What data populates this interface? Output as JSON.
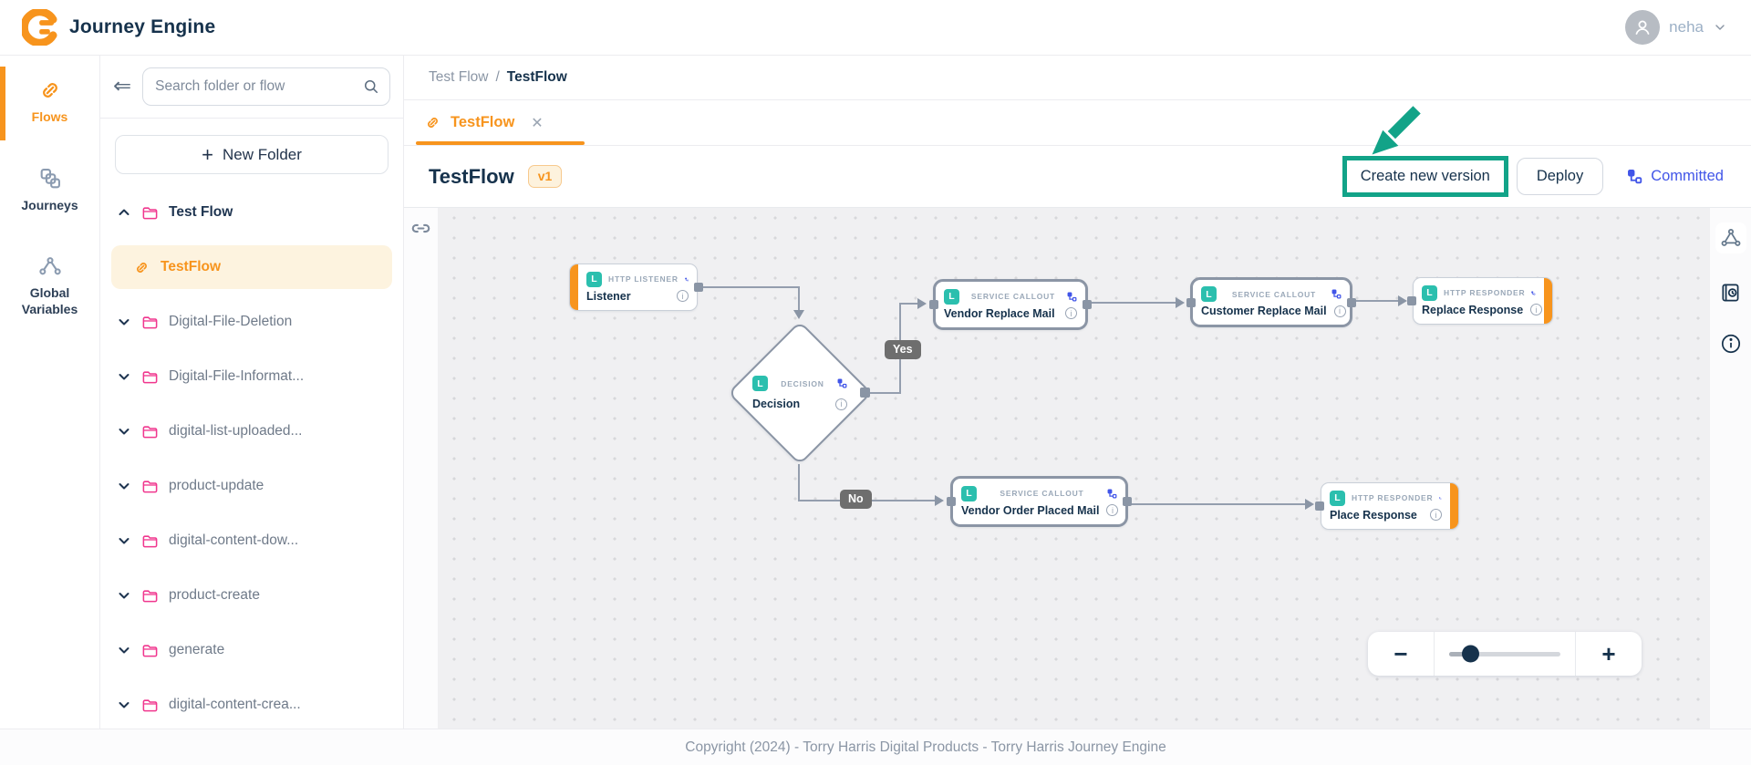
{
  "header": {
    "app_title": "Journey Engine",
    "user_name": "neha"
  },
  "nav_rail": {
    "items": [
      {
        "label": "Flows"
      },
      {
        "label": "Journeys"
      },
      {
        "label": "Global Variables"
      }
    ]
  },
  "folder_panel": {
    "collapse_icon": "⇐",
    "search_placeholder": "Search folder or flow",
    "new_folder_plus": "+",
    "new_folder_label": "New Folder",
    "tree": [
      {
        "name": "Test Flow"
      },
      {
        "name": "TestFlow"
      },
      {
        "name": "Digital-File-Deletion"
      },
      {
        "name": "Digital-File-Informat..."
      },
      {
        "name": "digital-list-uploaded..."
      },
      {
        "name": "product-update"
      },
      {
        "name": "digital-content-dow..."
      },
      {
        "name": "product-create"
      },
      {
        "name": "generate"
      },
      {
        "name": "digital-content-crea..."
      }
    ]
  },
  "main": {
    "breadcrumb": {
      "parent": "Test Flow",
      "separator": "/",
      "current": "TestFlow"
    },
    "tab_label": "TestFlow",
    "tab_close": "✕",
    "title": "TestFlow",
    "version_badge": "v1",
    "buttons": {
      "create_new_version": "Create new version",
      "deploy": "Deploy",
      "committed": "Committed"
    }
  },
  "canvas": {
    "nodes": [
      {
        "badge": "L",
        "type": "HTTP LISTENER",
        "name": "Listener"
      },
      {
        "badge": "L",
        "type": "DECISION",
        "name": "Decision"
      },
      {
        "badge": "L",
        "type": "SERVICE CALLOUT",
        "name": "Vendor Replace Mail"
      },
      {
        "badge": "L",
        "type": "SERVICE CALLOUT",
        "name": "Customer Replace Mail"
      },
      {
        "badge": "L",
        "type": "HTTP RESPONDER",
        "name": "Replace Response"
      },
      {
        "badge": "L",
        "type": "SERVICE CALLOUT",
        "name": "Vendor Order Placed Mail"
      },
      {
        "badge": "L",
        "type": "HTTP RESPONDER",
        "name": "Place Response"
      }
    ],
    "edge_labels": {
      "yes": "Yes",
      "no": "No"
    },
    "zoom_controls": {
      "zoom_out": "−",
      "zoom_in": "+"
    }
  },
  "footer": {
    "copyright": "Copyright (2024) - Torry Harris Digital Products - Torry Harris Journey Engine"
  },
  "colors": {
    "accent_orange": "#F7941D",
    "navy_text": "#16324C",
    "teal_node_badge": "#2BBFAE",
    "pink_folder": "#F0368E",
    "indigo_link": "#4155E8",
    "highlight_green": "#12A388"
  }
}
